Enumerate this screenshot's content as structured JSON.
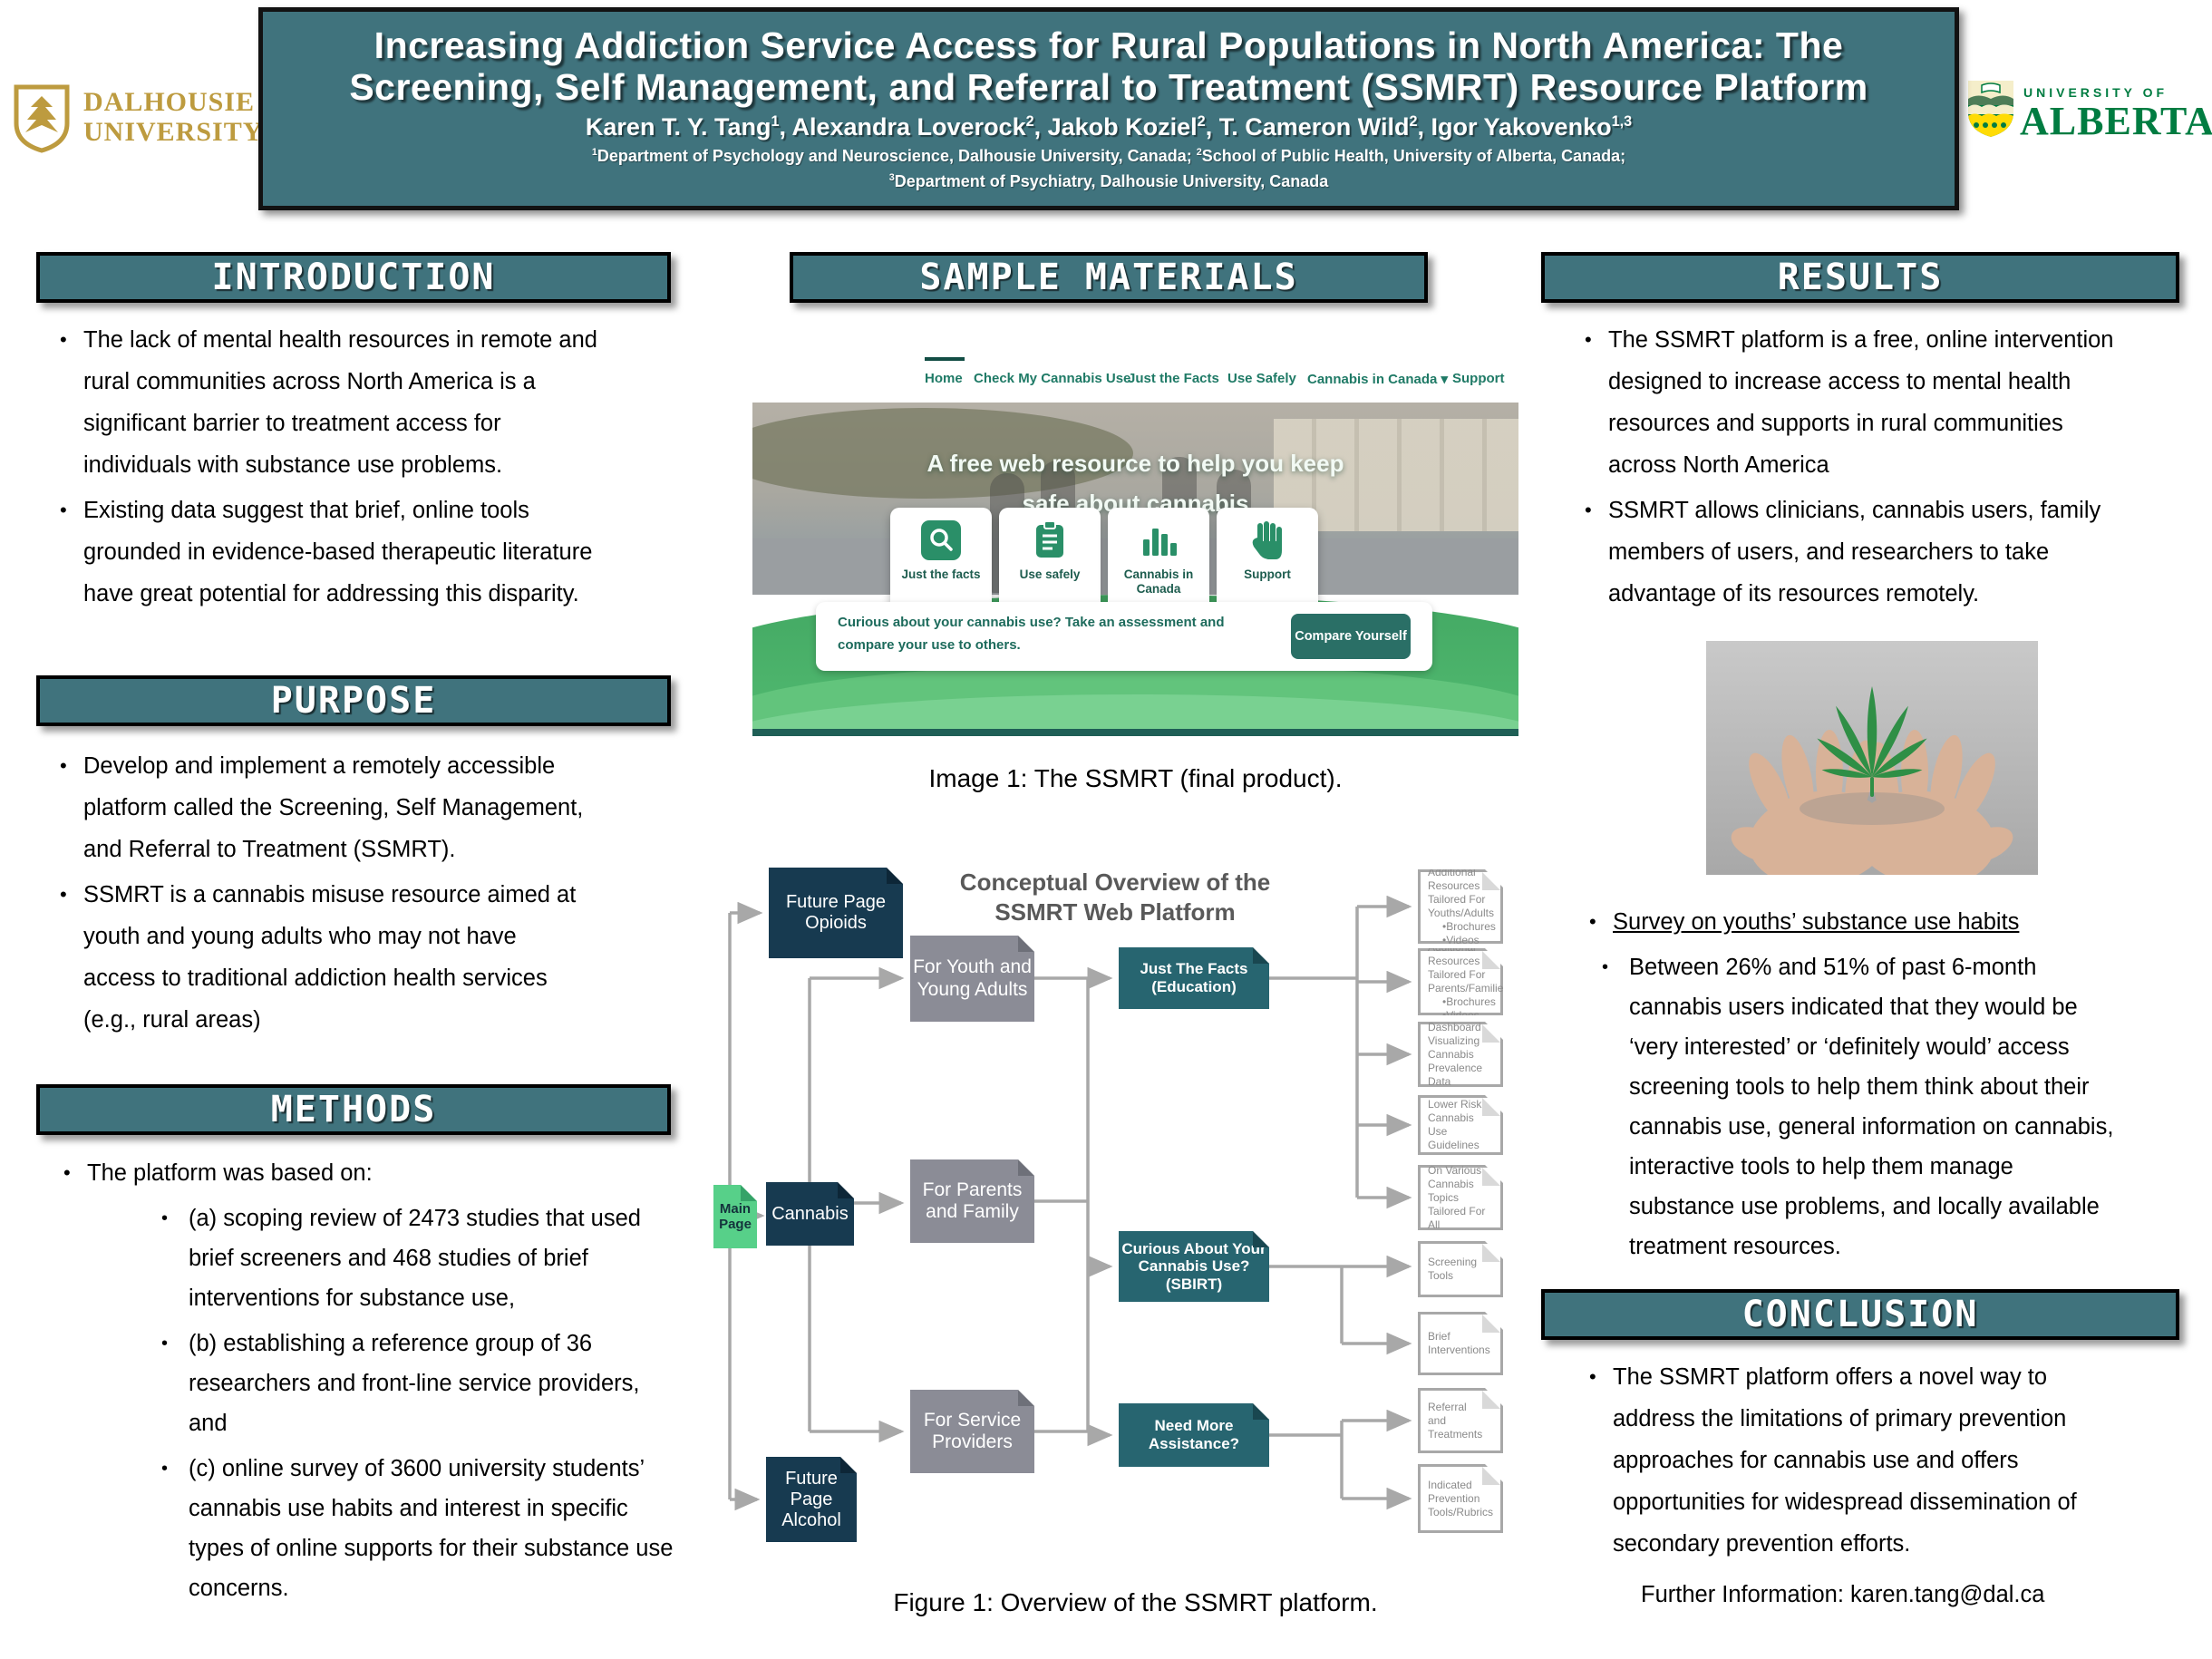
{
  "colors": {
    "banner_teal": "#40737d",
    "navy_box": "#173a50",
    "gray_box": "#8b8c96",
    "teal_box": "#276570",
    "green_box": "#57d089",
    "connector_gray": "#a8a8a8",
    "site_green": "#2e8b6a",
    "dalhousie_gold": "#bd9b3f",
    "ualberta_green": "#007c41"
  },
  "logos": {
    "dalhousie": {
      "line1": "DALHOUSIE",
      "line2": "UNIVERSITY"
    },
    "ualberta": {
      "line1": "UNIVERSITY OF",
      "line2": "ALBERTA"
    }
  },
  "header": {
    "title_line1": "Increasing Addiction Service Access for Rural Populations in North America: The",
    "title_line2": "Screening, Self Management, and Referral to Treatment (SSMRT) Resource Platform",
    "authors": [
      {
        "name": "Karen T. Y. Tang",
        "sup": "1"
      },
      {
        "name": ", Alexandra Loverock",
        "sup": "2"
      },
      {
        "name": ", Jakob Koziel",
        "sup": "2"
      },
      {
        "name": ", T. Cameron Wild",
        "sup": "2"
      },
      {
        "name": ", Igor Yakovenko",
        "sup": "1,3"
      }
    ],
    "affiliations_line1": [
      {
        "sup": "1",
        "text": "Department of Psychology and Neuroscience, Dalhousie University, Canada; "
      },
      {
        "sup": "2",
        "text": "School of Public Health, University of Alberta, Canada;"
      }
    ],
    "affiliations_line2": [
      {
        "sup": "3",
        "text": "Department of Psychiatry, Dalhousie University, Canada"
      }
    ]
  },
  "introduction": {
    "title": "INTRODUCTION",
    "bullets": [
      "The lack of mental health resources in remote and rural communities across North America is a significant barrier to treatment access for individuals with substance use problems.",
      "Existing data suggest that brief, online tools grounded in evidence-based therapeutic literature have great potential for addressing this disparity."
    ]
  },
  "purpose": {
    "title": "PURPOSE",
    "bullets": [
      "Develop and implement a remotely accessible platform called the Screening, Self Management, and Referral to Treatment (SSMRT).",
      "SSMRT is a cannabis misuse resource aimed at youth and young adults who may not have access to traditional addiction health services (e.g., rural areas)"
    ]
  },
  "methods": {
    "title": "METHODS",
    "lead": "The platform was based on:",
    "sub_bullets": [
      "(a) scoping review of 2473 studies that used brief screeners and 468 studies of brief interventions for substance use,",
      "(b) establishing a reference group of 36 researchers and front-line service providers, and",
      "(c) online survey of 3600 university students’ cannabis use habits and interest in specific types of online supports for their substance use concerns."
    ]
  },
  "sample_materials": {
    "title": "SAMPLE MATERIALS",
    "image_caption": "Image 1: The SSMRT (final product).",
    "figure_caption": "Figure 1: Overview of the SSMRT platform."
  },
  "website": {
    "nav": [
      "Home",
      "Check My Cannabis Use",
      "Just the Facts",
      "Use Safely",
      "Cannabis in Canada ▾",
      "Support"
    ],
    "hero_line1": "A free web resource to help you keep",
    "hero_line2": "safe about cannabis",
    "cards": [
      {
        "label": "Just the facts"
      },
      {
        "label": "Use safely"
      },
      {
        "label": "Cannabis in Canada"
      },
      {
        "label": "Support"
      }
    ],
    "callout": "Curious about your cannabis use? Take an assessment and compare your use to others.",
    "button": "Compare Yourself"
  },
  "diagram": {
    "title": "Conceptual Overview of the SSMRT Web Platform",
    "nodes": {
      "future_opioids": "Future Page Opioids",
      "main_page": "Main Page",
      "cannabis": "Cannabis",
      "future_alcohol": "Future Page Alcohol",
      "youth": "For Youth and Young Adults",
      "parents": "For Parents and Family",
      "service": "For Service Providers",
      "just_the_facts": "Just The Facts (Education)",
      "curious": "Curious About Your Cannabis Use? (SBIRT)",
      "need_more": "Need More Assistance?"
    },
    "docs": [
      {
        "text": "Additional Resources Tailored For Youths/Adults",
        "bullets": [
          "Brochures",
          "Videos"
        ]
      },
      {
        "text": "Additional Resources Tailored For Parents/Families",
        "bullets": [
          "Brochures",
          "Videos"
        ]
      },
      {
        "text": "Dashboard Visualizing Cannabis Prevalence Data"
      },
      {
        "text": "Lower Risk Cannabis Use Guidelines"
      },
      {
        "text": "Fact Sheets On Various Cannabis Topics Tailored For All Audiences"
      },
      {
        "text": "Screening Tools"
      },
      {
        "text": "Brief Interventions"
      },
      {
        "text": "Referral and Treatments"
      },
      {
        "text": "Indicated Prevention Tools/Rubrics"
      }
    ]
  },
  "results": {
    "title": "RESULTS",
    "bullets": [
      "The SSMRT platform is a free, online intervention designed to increase access to mental health resources and supports in rural communities across North America",
      "SSMRT allows clinicians, cannabis users, family members of users, and researchers to take advantage of its resources remotely."
    ],
    "survey_heading": "Survey on youths’ substance use habits",
    "survey_bullet": "Between 26% and 51% of past 6-month cannabis users indicated that they would be ‘very interested’ or ‘definitely would’ access screening tools to help them think about their cannabis use, general information on cannabis, interactive tools to help them manage substance use problems, and locally available treatment resources."
  },
  "conclusion": {
    "title": "CONCLUSION",
    "bullets": [
      "The SSMRT platform offers a novel way to address the limitations of primary prevention approaches for cannabis use and offers opportunities for widespread dissemination of secondary prevention efforts."
    ],
    "further_info": "Further Information: karen.tang@dal.ca"
  }
}
